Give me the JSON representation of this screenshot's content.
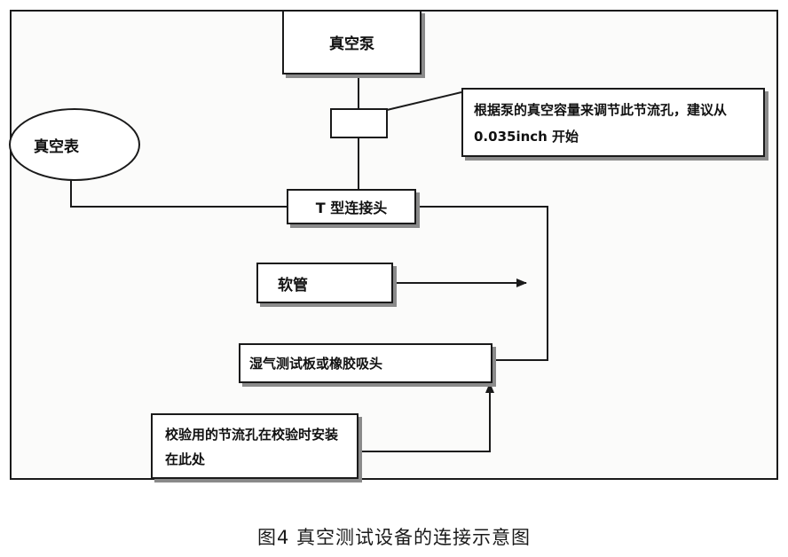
{
  "diagram": {
    "nodes": {
      "pump": "真空泵",
      "gauge": "真空表",
      "t_joint": "T 型连接头",
      "hose": "软管",
      "adapter": "湿气测试板或橡胶吸头",
      "note_top": "根据泵的真空容量来调节此节流孔，建议从 0.035inch 开始",
      "note_bottom": "校验用的节流孔在校验时安装在此处"
    },
    "caption": "图4 真空测试设备的连接示意图"
  },
  "colors": {
    "line": "#1a1a1a",
    "shadow": "#8a8a8a",
    "background": "#ffffff"
  }
}
